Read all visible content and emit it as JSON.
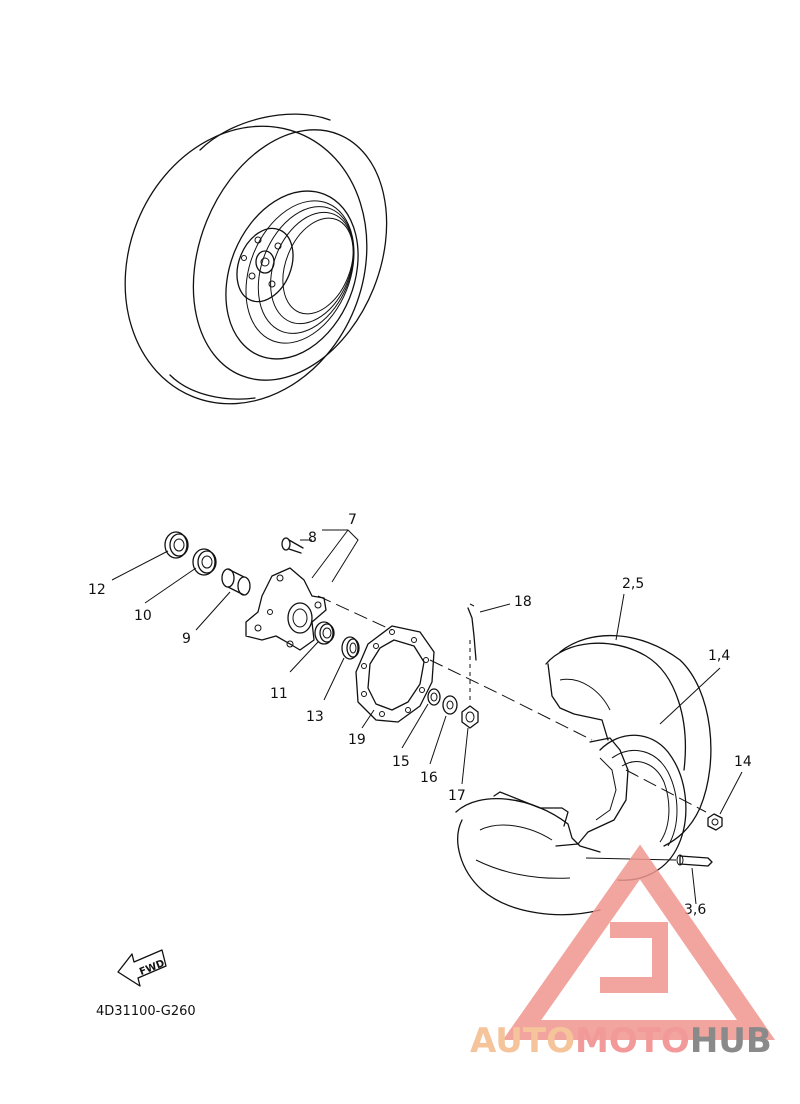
{
  "diagram_code": "4D31100-G260",
  "fwd_label": "FWD",
  "watermark": {
    "part1": "AUTO",
    "part2": "MOTO",
    "part3": "HUB",
    "color1": "#f5c49a",
    "color2": "#f29a9a",
    "color3": "#8a8a8a",
    "logo_color": "#f0968f"
  },
  "callouts": {
    "c1_4": "1,4",
    "c2_5": "2,5",
    "c3_6": "3,6",
    "c7": "7",
    "c8": "8",
    "c9": "9",
    "c10": "10",
    "c11": "11",
    "c12": "12",
    "c13": "13",
    "c14": "14",
    "c15": "15",
    "c16": "16",
    "c17": "17",
    "c18": "18",
    "c19": "19"
  }
}
